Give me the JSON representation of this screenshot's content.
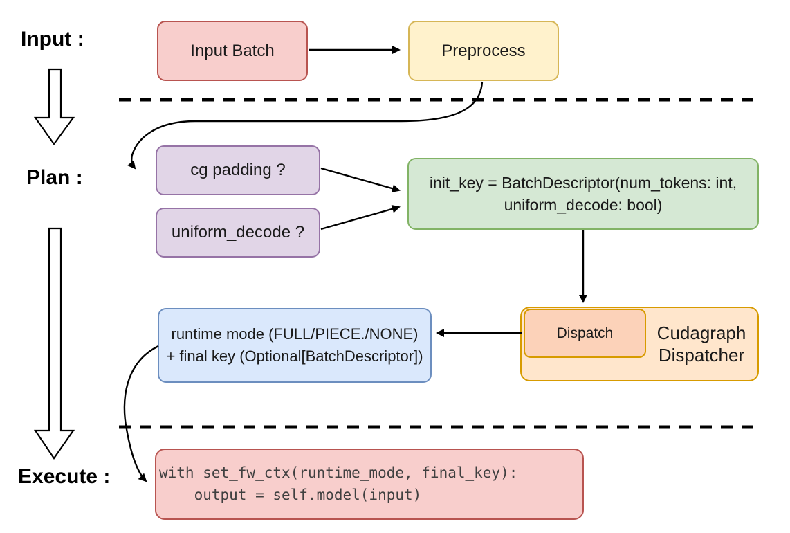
{
  "section_labels": {
    "input": "Input :",
    "plan": "Plan :",
    "execute": "Execute :"
  },
  "nodes": {
    "input_batch": {
      "label": "Input Batch",
      "fill": "#f8cecc",
      "stroke": "#b85450"
    },
    "preprocess": {
      "label": "Preprocess",
      "fill": "#fff2cc",
      "stroke": "#d6b656"
    },
    "cg_padding": {
      "label": "cg padding ?",
      "fill": "#e1d5e7",
      "stroke": "#9673a6"
    },
    "uniform_decode": {
      "label": "uniform_decode ?",
      "fill": "#e1d5e7",
      "stroke": "#9673a6"
    },
    "init_key": {
      "line1": "init_key = BatchDescriptor(num_tokens: int,",
      "line2": "uniform_decode: bool)",
      "fill": "#d5e8d4",
      "stroke": "#82b366"
    },
    "cudagraph_dispatcher": {
      "line1": "Cudagraph",
      "line2": "Dispatcher",
      "fill": "#ffe6cc",
      "stroke": "#d79b00"
    },
    "dispatch": {
      "label": "Dispatch",
      "fill": "#fcd2b9",
      "stroke": "#d79b00"
    },
    "runtime_mode": {
      "line1": "runtime mode (FULL/PIECE./NONE)",
      "line2": "+ final key (Optional[BatchDescriptor])",
      "fill": "#dae8fc",
      "stroke": "#6c8ebf"
    },
    "execute_code": {
      "line1": "with set_fw_ctx(runtime_mode, final_key):",
      "line2": "    output = self.model(input)",
      "fill": "#f8cecc",
      "stroke": "#b85450",
      "text_color": "#404040"
    }
  },
  "connector_color": "#000000"
}
